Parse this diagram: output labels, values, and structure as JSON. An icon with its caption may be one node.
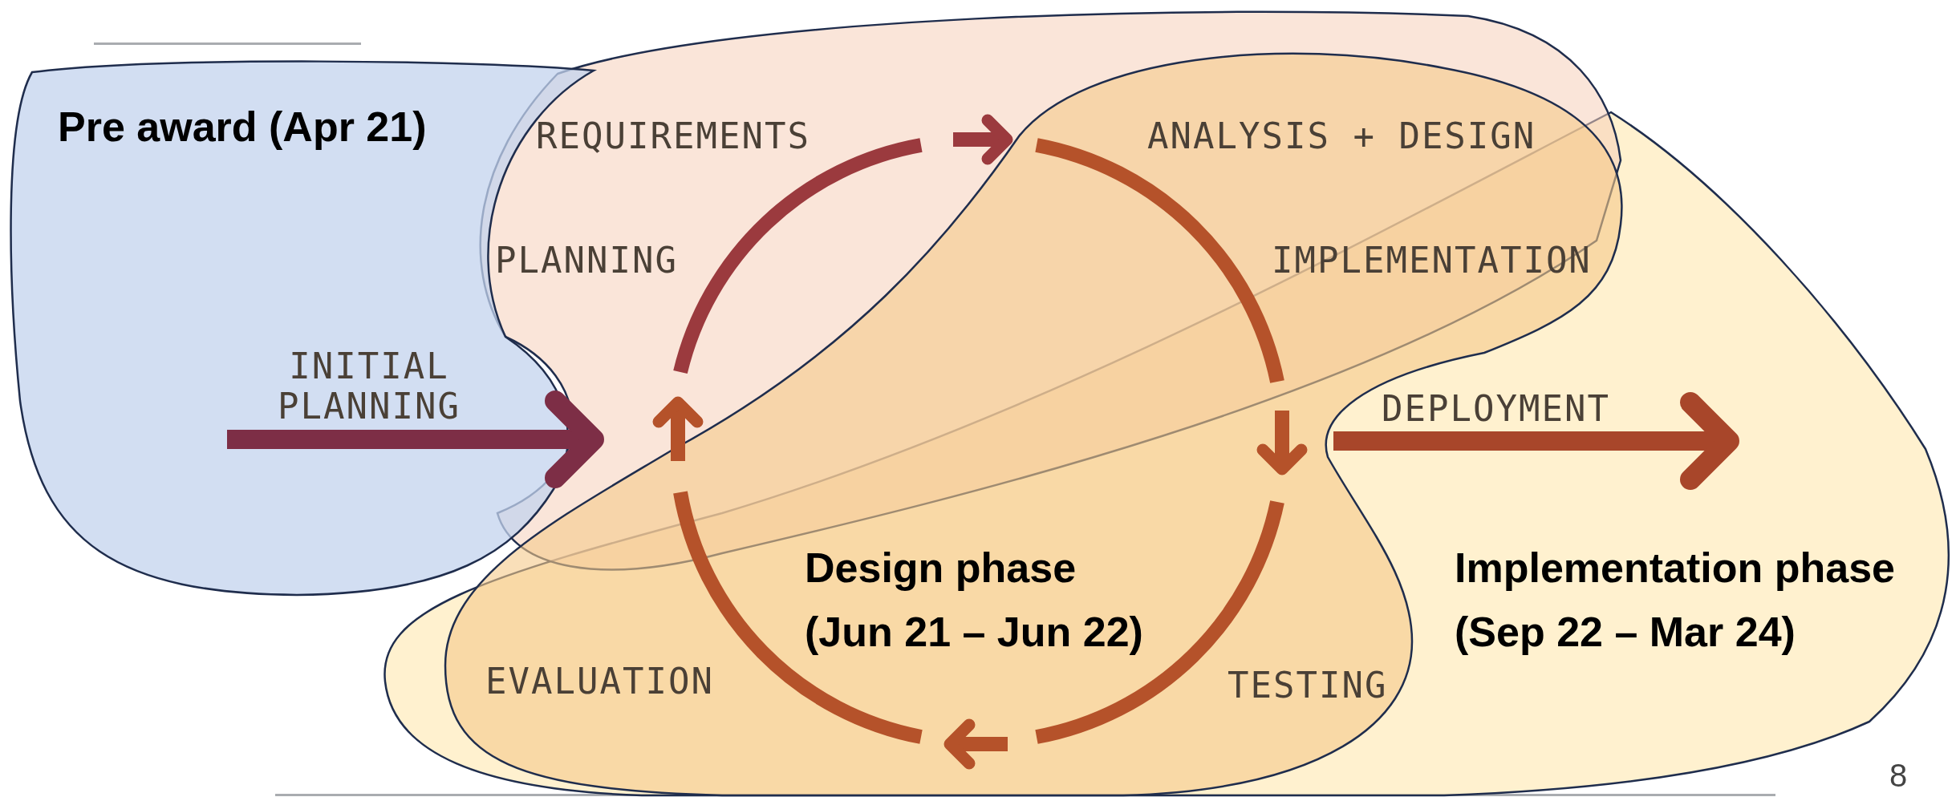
{
  "diagram": {
    "nodes": [
      {
        "text": [
          "Pre award (Apr 21)"
        ]
      },
      {
        "text": [],
        "shape": "cloud"
      },
      {
        "text": [
          "Design phase",
          "(Jun 21 – Jun 22)"
        ]
      },
      {
        "text": [
          "Implementation phase",
          "(Sep 22 – Mar 24)"
        ]
      }
    ],
    "edges": [
      {
        "from": 0,
        "to": 1,
        "arrow": "to",
        "label": "INITIAL PLANNING",
        "color": "#7d2e46"
      },
      {
        "from": 2,
        "to": 3,
        "arrow": "to",
        "label": "DEPLOYMENT"
      }
    ],
    "labels": [
      "REQUIREMENTS",
      "ANALYSIS + DESIGN",
      "PLANNING",
      "IMPLEMENTATION",
      "EVALUATION",
      "TESTING",
      "8"
    ]
  }
}
